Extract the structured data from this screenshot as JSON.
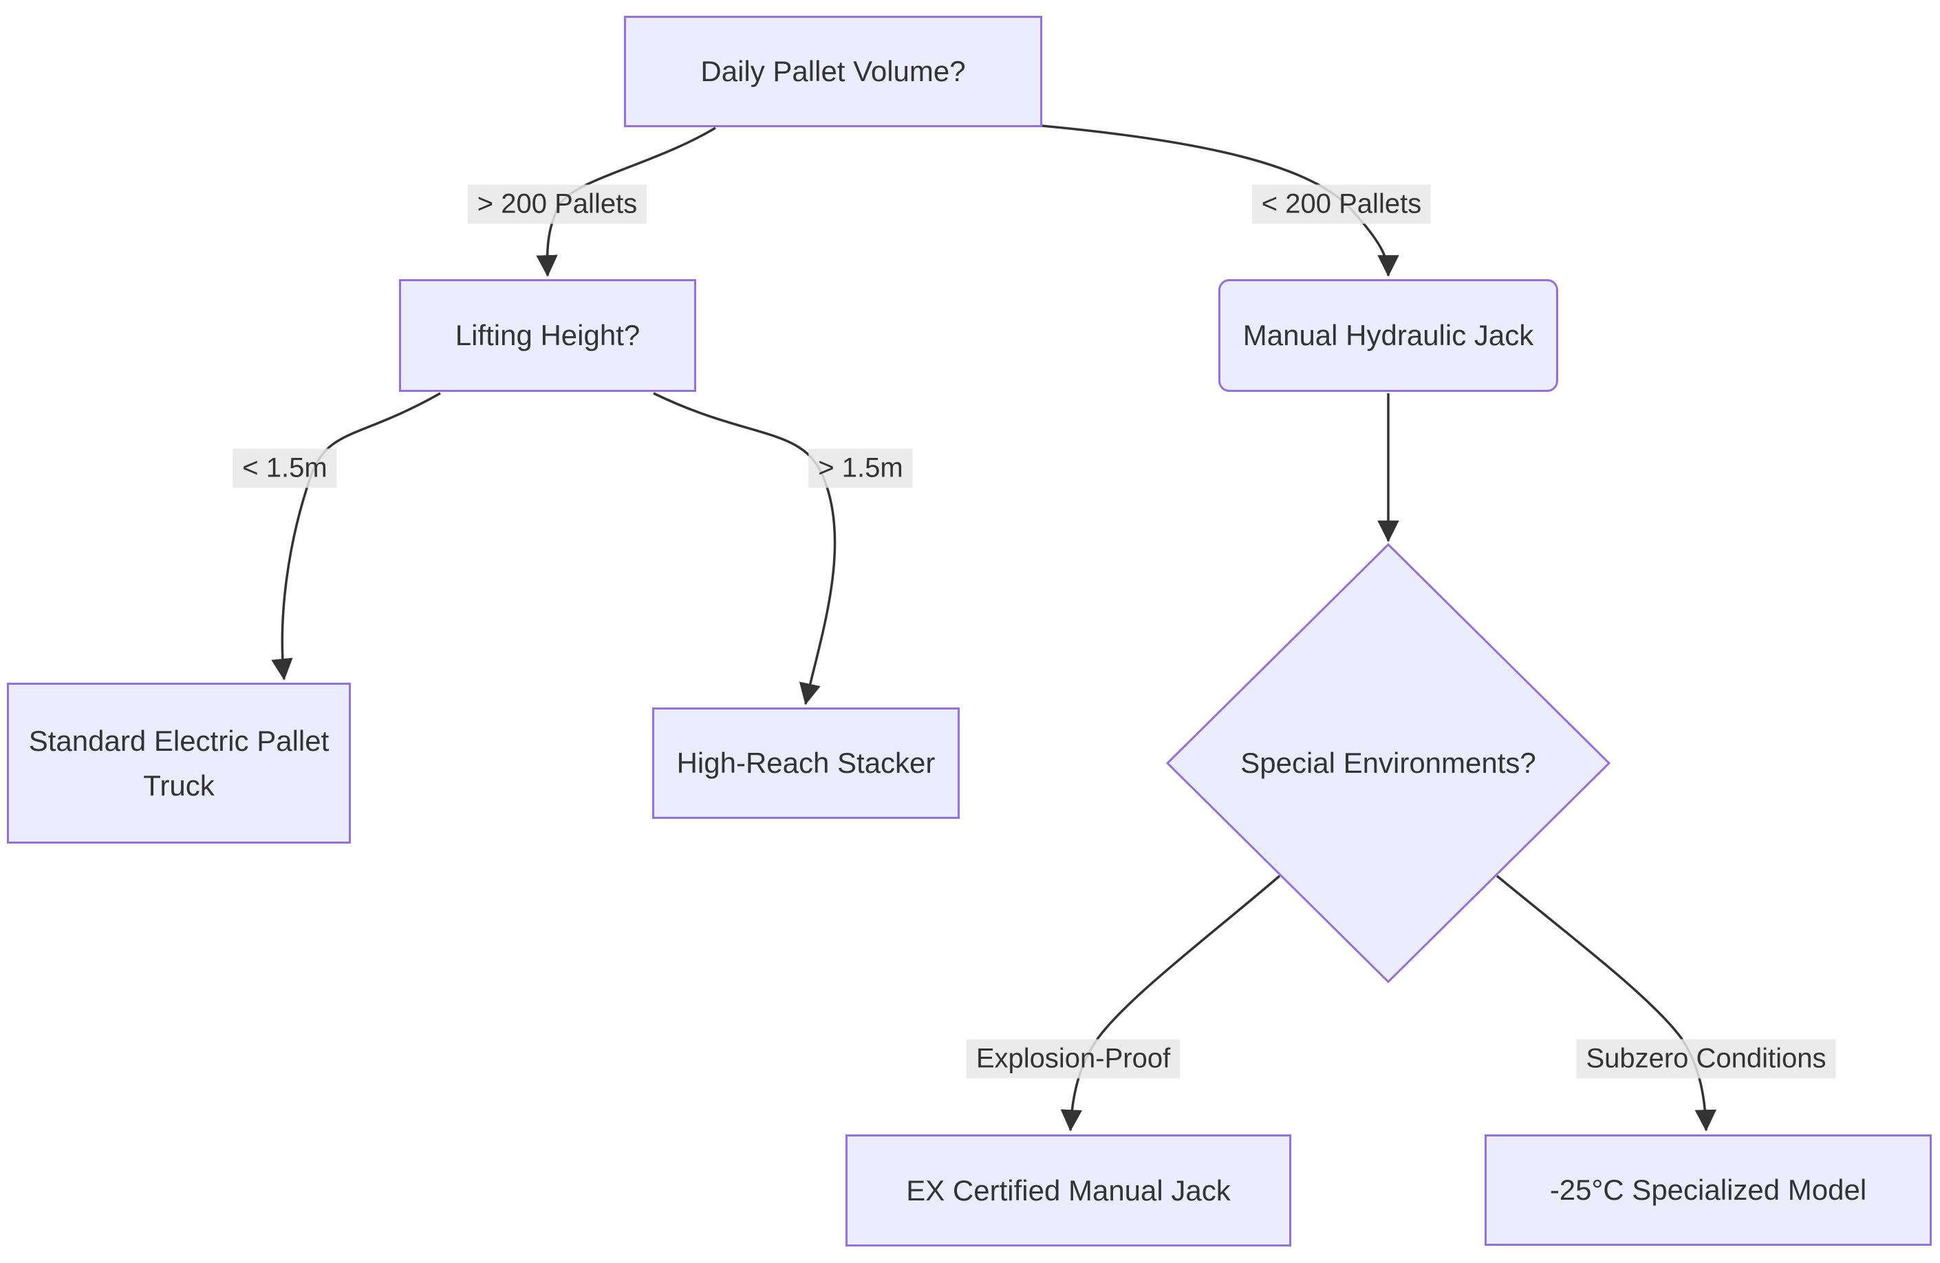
{
  "diagram": {
    "type": "flowchart",
    "direction": "top-down",
    "title": "Pallet handling equipment decision tree",
    "colors": {
      "node_fill": "#ECECFF",
      "node_border": "#9370DB",
      "edge_stroke": "#333333",
      "edge_label_bg": "#e8e8e8",
      "text": "#333333",
      "background": "#ffffff"
    },
    "nodes": [
      {
        "id": "volume",
        "label": "Daily Pallet Volume?",
        "shape": "rect"
      },
      {
        "id": "lifting",
        "label": "Lifting Height?",
        "shape": "rect"
      },
      {
        "id": "manual_jack",
        "label": "Manual Hydraulic Jack",
        "shape": "rounded-rect"
      },
      {
        "id": "standard_truck",
        "label": "Standard Electric Pallet Truck",
        "shape": "rect"
      },
      {
        "id": "stacker",
        "label": "High-Reach Stacker",
        "shape": "rect"
      },
      {
        "id": "special_env",
        "label": "Special Environments?",
        "shape": "diamond"
      },
      {
        "id": "ex_jack",
        "label": "EX Certified Manual Jack",
        "shape": "rect"
      },
      {
        "id": "subzero_model",
        "label": "-25°C Specialized Model",
        "shape": "rect"
      }
    ],
    "edges": [
      {
        "from": "volume",
        "to": "lifting",
        "label": "> 200 Pallets"
      },
      {
        "from": "volume",
        "to": "manual_jack",
        "label": "< 200 Pallets"
      },
      {
        "from": "lifting",
        "to": "standard_truck",
        "label": "< 1.5m"
      },
      {
        "from": "lifting",
        "to": "stacker",
        "label": "> 1.5m"
      },
      {
        "from": "manual_jack",
        "to": "special_env",
        "label": ""
      },
      {
        "from": "special_env",
        "to": "ex_jack",
        "label": "Explosion-Proof"
      },
      {
        "from": "special_env",
        "to": "subzero_model",
        "label": "Subzero Conditions"
      }
    ]
  }
}
